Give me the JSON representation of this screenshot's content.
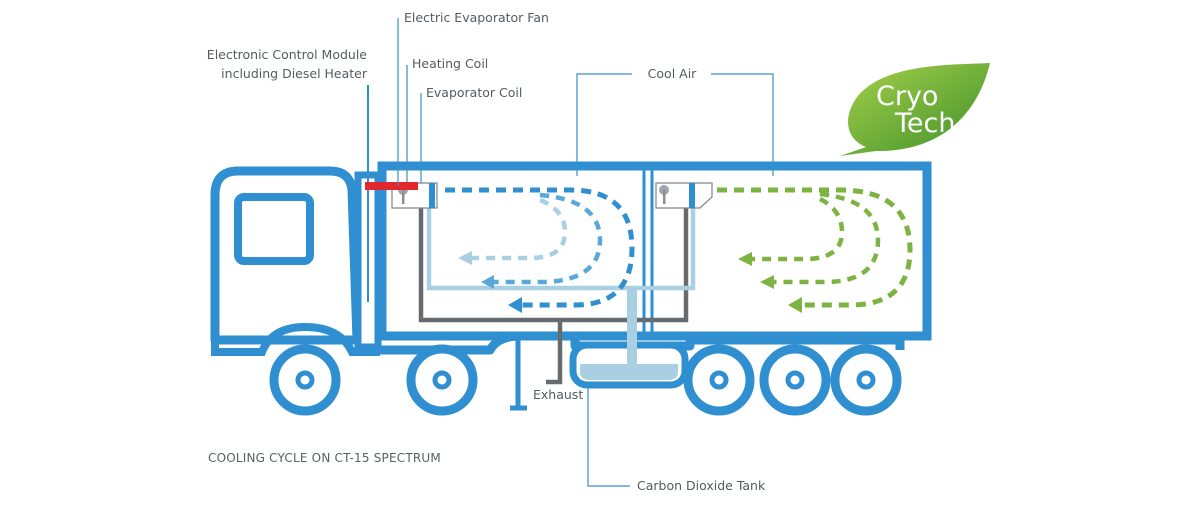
{
  "labels": {
    "electric_evaporator_fan": "Electric Evaporator Fan",
    "electronic_control_module_line1": "Electronic Control Module",
    "electronic_control_module_line2": "including Diesel Heater",
    "heating_coil": "Heating Coil",
    "evaporator_coil": "Evaporator Coil",
    "cool_air": "Cool Air",
    "exhaust": "Exhaust",
    "carbon_dioxide_tank": "Carbon Dioxide Tank"
  },
  "caption": "COOLING CYCLE ON CT-15 SPECTRUM",
  "logo": {
    "line1": "Cryo",
    "line2": "Tech"
  },
  "colors": {
    "truck_blue": "#2f8fd1",
    "pipe_dark_gray": "#666b70",
    "pipe_light_blue": "#a9cfe2",
    "heating_coil_red": "#e0292f",
    "airflow_green": "#7cb342",
    "leaf_green_dark": "#3f8f2a",
    "leaf_green_light": "#8cc63f",
    "leader_line": "#3a8fc8"
  }
}
